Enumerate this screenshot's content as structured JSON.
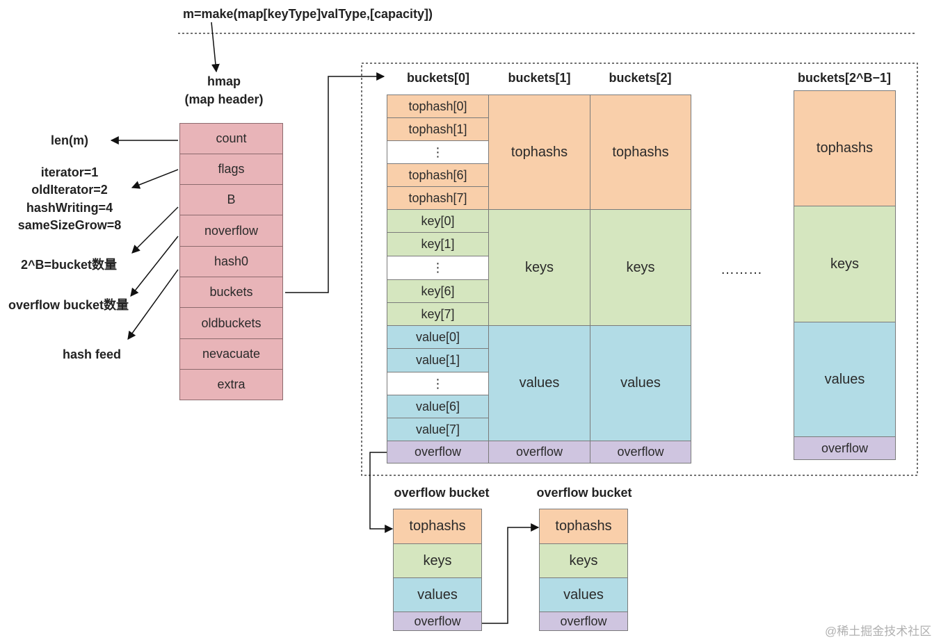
{
  "formula": "m=make(map[keyType]valType,[capacity])",
  "hmap": {
    "title": "hmap",
    "subtitle": "(map header)",
    "fields": [
      "count",
      "flags",
      "B",
      "noverflow",
      "hash0",
      "buckets",
      "oldbuckets",
      "nevacuate",
      "extra"
    ]
  },
  "annotations": {
    "len": "len(m)",
    "flags": [
      "iterator=1",
      "oldIterator=2",
      "hashWriting=4",
      "sameSizeGrow=8"
    ],
    "b": "2^B=bucket数量",
    "noverflow": "overflow bucket数量",
    "hash0": "hash feed"
  },
  "bucket_headers": [
    "buckets[0]",
    "buckets[1]",
    "buckets[2]",
    "buckets[2^B−1]"
  ],
  "bucket0": {
    "tophash": [
      "tophash[0]",
      "tophash[1]",
      "⋮",
      "tophash[6]",
      "tophash[7]"
    ],
    "keys": [
      "key[0]",
      "key[1]",
      "⋮",
      "key[6]",
      "key[7]"
    ],
    "values": [
      "value[0]",
      "value[1]",
      "⋮",
      "value[6]",
      "value[7]"
    ],
    "overflow": "overflow"
  },
  "section_labels": {
    "tophashs": "tophashs",
    "keys": "keys",
    "values": "values",
    "overflow": "overflow"
  },
  "ellipsis": "………",
  "overflow_bucket_label": "overflow bucket",
  "watermark": "@稀土掘金技术社区"
}
